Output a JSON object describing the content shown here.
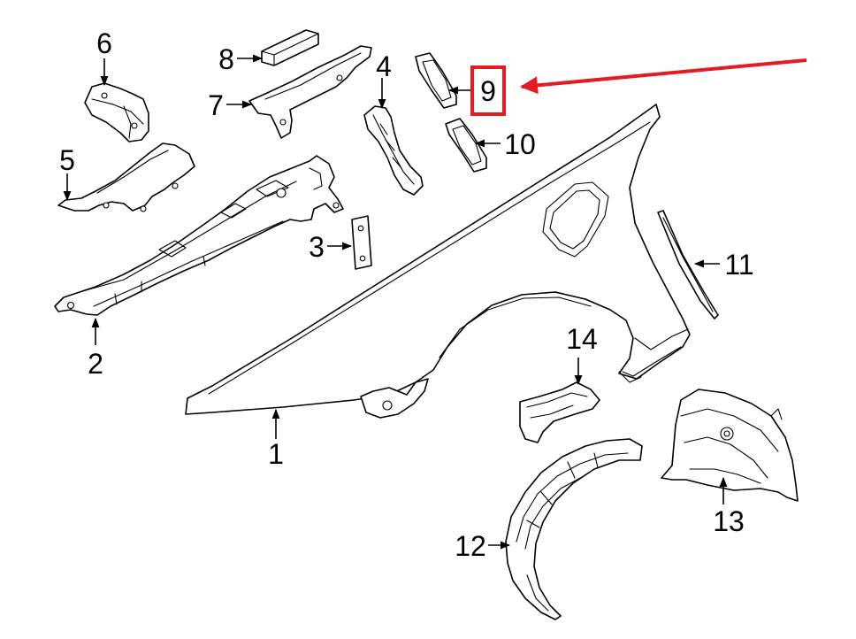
{
  "diagram": {
    "callouts": {
      "c1": "1",
      "c2": "2",
      "c3": "3",
      "c4": "4",
      "c5": "5",
      "c6": "6",
      "c7": "7",
      "c8": "8",
      "c9": "9",
      "c10": "10",
      "c11": "11",
      "c12": "12",
      "c13": "13",
      "c14": "14"
    },
    "highlight": {
      "callout": "9",
      "color": "#e31b23"
    }
  }
}
